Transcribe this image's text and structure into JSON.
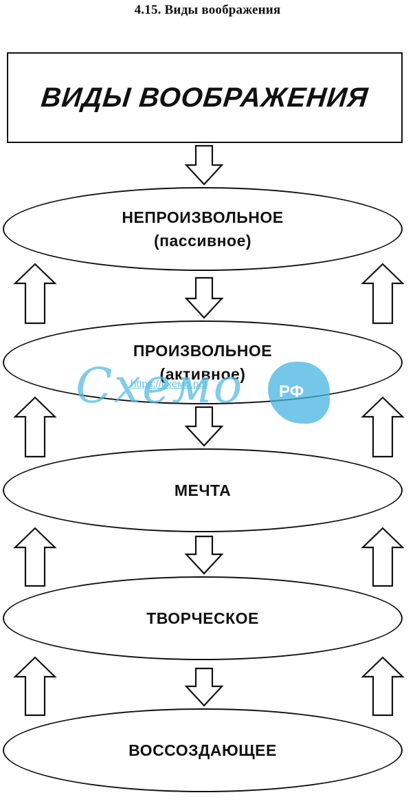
{
  "page_title": "4.15. Виды воображения",
  "diagram": {
    "title": "ВИДЫ ВООБРАЖЕНИЯ",
    "nodes": [
      {
        "line1": "НЕПРОИЗВОЛЬНОЕ",
        "line2": "(пассивное)"
      },
      {
        "line1": "ПРОИЗВОЛЬНОЕ",
        "line2": "(активное)"
      },
      {
        "line1": "МЕЧТА",
        "line2": ""
      },
      {
        "line1": "ТВОРЧЕСКОЕ",
        "line2": ""
      },
      {
        "line1": "ВОССОЗДАЮЩЕЕ",
        "line2": ""
      }
    ]
  },
  "watermark": {
    "brand": "Схемо",
    "badge": "РФ",
    "url": "https://схемо.рф",
    "color": "#5ab9e1"
  }
}
